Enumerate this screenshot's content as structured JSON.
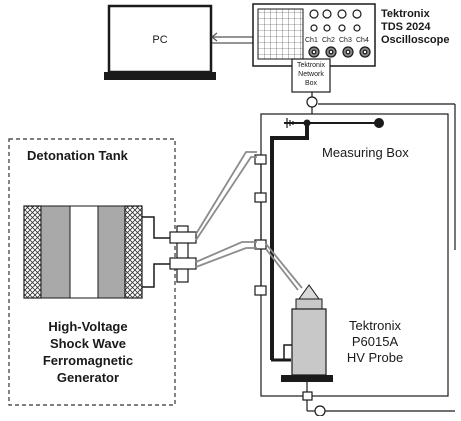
{
  "pc": {
    "label": "PC"
  },
  "oscilloscope": {
    "label_line1": "Tektronix",
    "label_line2": "TDS 2024",
    "label_line3": "Oscilloscope",
    "channels": [
      "Ch1",
      "Ch2",
      "Ch3",
      "Ch4"
    ]
  },
  "network_box": {
    "line1": "Tektronix",
    "line2": "Network",
    "line3": "Box"
  },
  "measuring_box": {
    "label": "Measuring Box"
  },
  "detonation_tank": {
    "label": "Detonation Tank"
  },
  "generator": {
    "line1": "High-Voltage",
    "line2": "Shock Wave",
    "line3": "Ferromagnetic",
    "line4": "Generator"
  },
  "probe": {
    "line1": "Tektronix",
    "line2": "P6015A",
    "line3": "HV Probe"
  },
  "colors": {
    "line": "#1a1a1a",
    "cable": "#8c8c8c",
    "probe_body": "#c8c8c8",
    "core_gray": "#a9a9a9"
  }
}
